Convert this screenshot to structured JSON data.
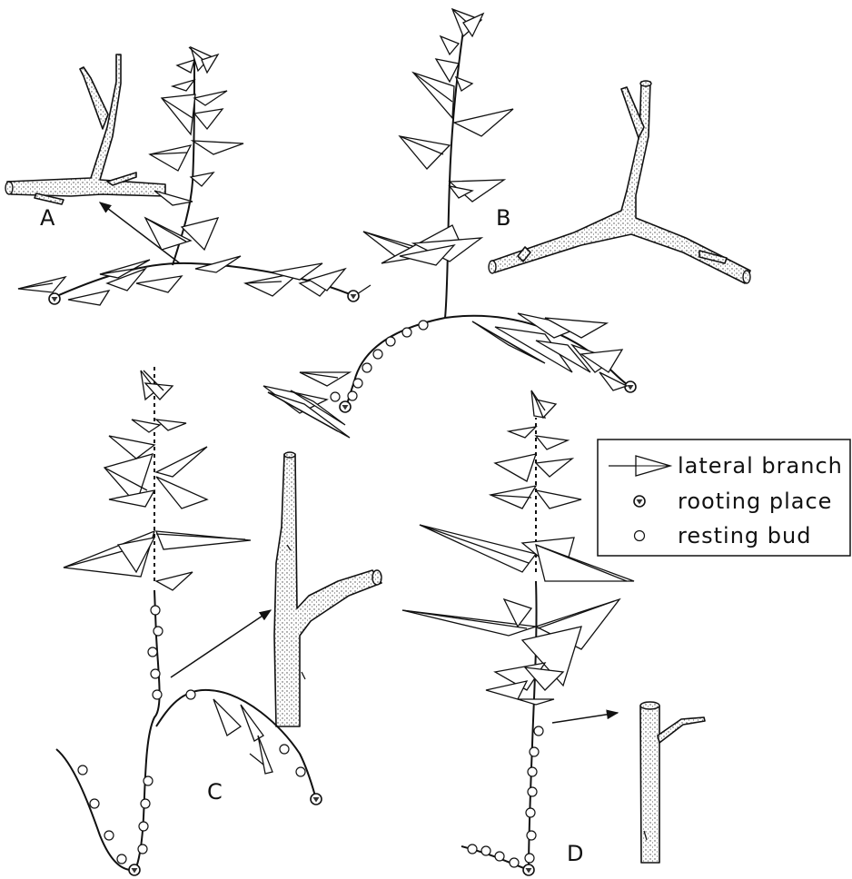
{
  "figure": {
    "panels": [
      {
        "letter": "A"
      },
      {
        "letter": "B"
      },
      {
        "letter": "C"
      },
      {
        "letter": "D"
      }
    ],
    "legend": {
      "items": [
        {
          "symbol": "lateral-branch-arrow",
          "label": "lateral branch"
        },
        {
          "symbol": "rooting-place-circle",
          "label": "rooting place"
        },
        {
          "symbol": "resting-bud-circle",
          "label": "resting bud"
        }
      ]
    }
  }
}
